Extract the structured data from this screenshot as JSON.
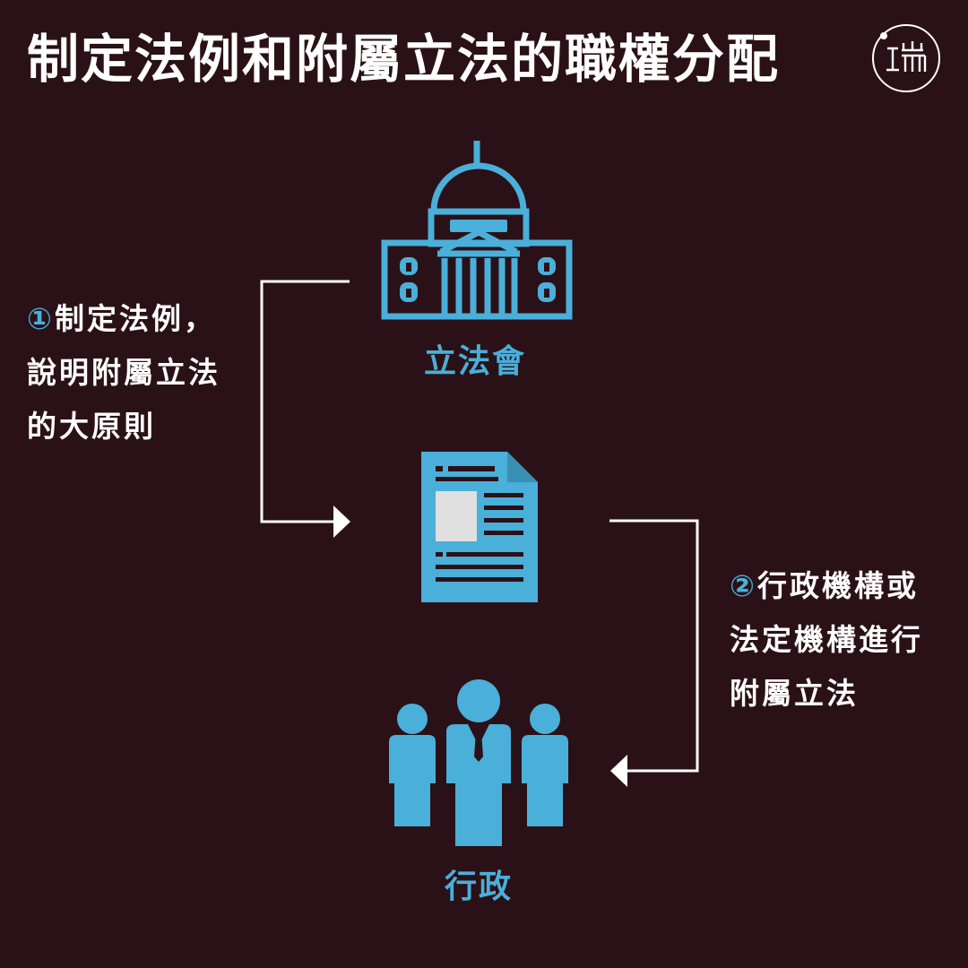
{
  "title": "制定法例和附屬立法的職權分配",
  "colors": {
    "background": "#2a1118",
    "accent": "#4aafd9",
    "text": "#ffffff",
    "doc_panel": "#e0e0e0"
  },
  "nodes": {
    "legislature": {
      "label": "立法會",
      "icon": "parliament-building-icon"
    },
    "document": {
      "icon": "document-icon"
    },
    "executive": {
      "label": "行政",
      "icon": "people-group-icon"
    }
  },
  "steps": [
    {
      "number": "①",
      "lines": [
        "制定法例，",
        "說明附屬立法",
        "的大原則"
      ]
    },
    {
      "number": "②",
      "lines": [
        "行政機構或",
        "法定機構進行",
        "附屬立法"
      ]
    }
  ]
}
